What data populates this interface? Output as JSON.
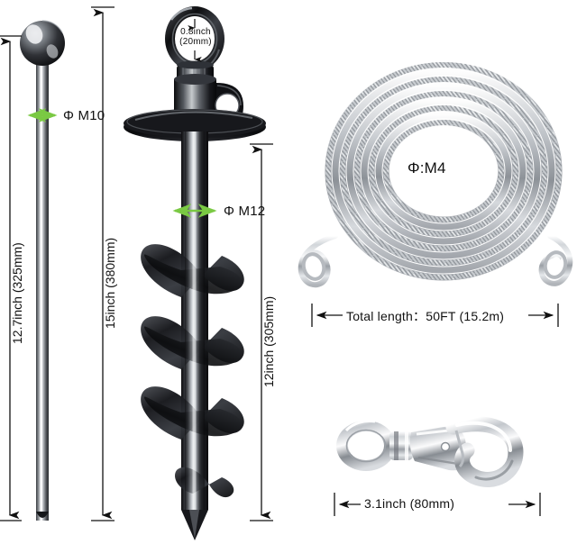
{
  "page": {
    "title": "Ground Anchor Tie Out Cable Product Specification",
    "background": "#ffffff"
  },
  "colors": {
    "line": "#111111",
    "text": "#111111",
    "green_marker": "#7ac943",
    "metal_dark": "#1b1b1e",
    "metal_mid": "#6e7277",
    "metal_light": "#dfe2e5",
    "chrome_highlight": "#ffffff"
  },
  "items": {
    "stake": {
      "name": "ball-top-ground-stake",
      "diameter_label": "Φ M10",
      "length_label": "12.7inch (325mm)"
    },
    "auger": {
      "name": "spiral-ground-anchor-auger",
      "shaft_diameter_label": "Φ M12",
      "total_length_label": "15inch (380mm)",
      "screw_length_label": "12inch (305mm)",
      "eye_ring_label_line1": "0.8inch",
      "eye_ring_label_line2": "(20mm)",
      "flights": 4
    },
    "cable": {
      "name": "steel-tie-out-cable",
      "diameter_label": "Φ:M4",
      "length_label": "Total length：50FT (15.2m)",
      "coil_loops": 9
    },
    "snap_hook": {
      "name": "swivel-snap-hook",
      "length_label": "3.1inch (80mm)"
    }
  }
}
